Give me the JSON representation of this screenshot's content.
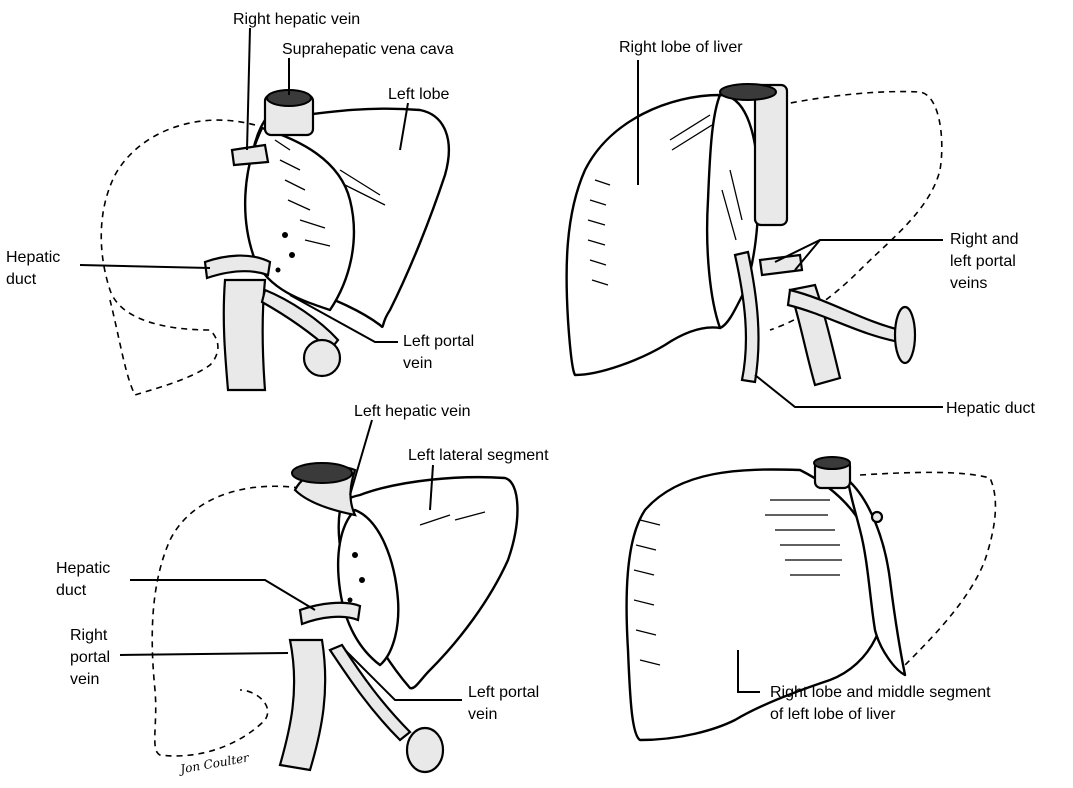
{
  "labels": {
    "right_hepatic_vein": "Right hepatic vein",
    "suprahepatic_vena_cava": "Suprahepatic vena cava",
    "left_lobe": "Left lobe",
    "hepatic_duct_1_line1": "Hepatic",
    "hepatic_duct_1_line2": "duct",
    "left_portal_vein_1_line1": "Left portal",
    "left_portal_vein_1_line2": "vein",
    "right_lobe_of_liver": "Right lobe of liver",
    "right_left_portal_line1": "Right and",
    "right_left_portal_line2": "left portal",
    "right_left_portal_line3": "veins",
    "hepatic_duct_2": "Hepatic duct",
    "left_hepatic_vein": "Left hepatic vein",
    "left_lateral_segment": "Left lateral segment",
    "hepatic_duct_3_line1": "Hepatic",
    "hepatic_duct_3_line2": "duct",
    "right_portal_vein_line1": "Right",
    "right_portal_vein_line2": "portal",
    "right_portal_vein_line3": "vein",
    "left_portal_vein_3_line1": "Left portal",
    "left_portal_vein_3_line2": "vein",
    "right_lobe_middle_line1": "Right lobe and middle segment",
    "right_lobe_middle_line2": "of left lobe of liver",
    "signature": "Jon Coulter"
  }
}
